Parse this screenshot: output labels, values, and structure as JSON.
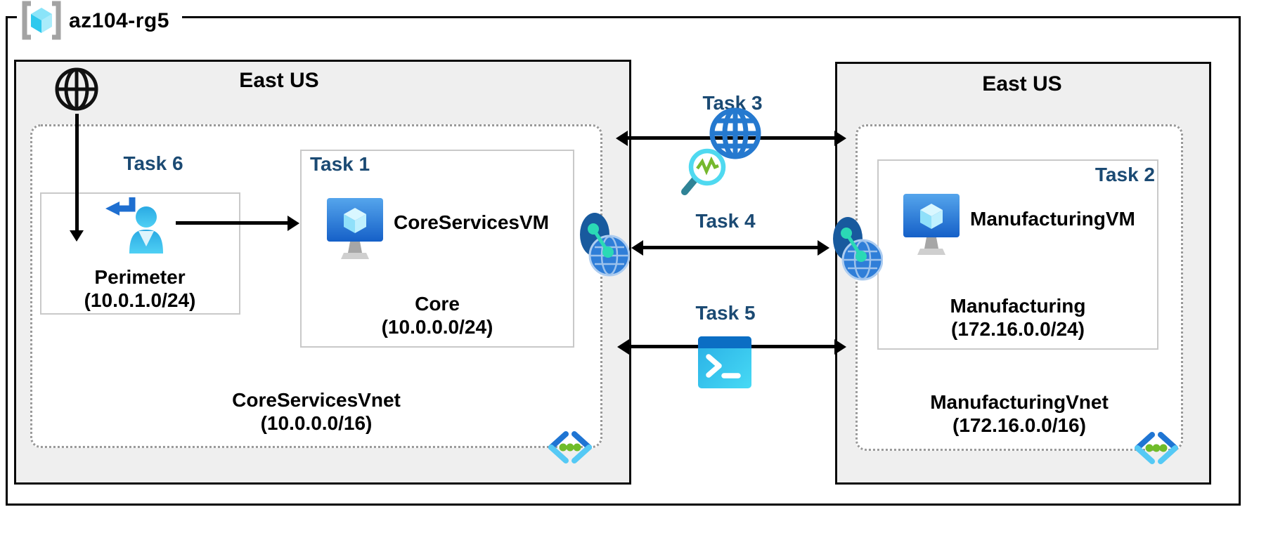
{
  "resource_group": {
    "name": "az104-rg5"
  },
  "left_region": {
    "name": "East US",
    "vnet_label": "CoreServicesVnet",
    "vnet_cidr": "(10.0.0.0/16)",
    "perimeter": {
      "task_label": "Task 6",
      "subnet_label": "Perimeter",
      "subnet_cidr": "(10.0.1.0/24)"
    },
    "core": {
      "task_label": "Task 1",
      "vm_label": "CoreServicesVM",
      "subnet_label": "Core",
      "subnet_cidr": "(10.0.0.0/24)"
    }
  },
  "right_region": {
    "name": "East US",
    "vnet_label": "ManufacturingVnet",
    "vnet_cidr": "(172.16.0.0/16)",
    "manufacturing": {
      "task_label": "Task 2",
      "vm_label": "ManufacturingVM",
      "subnet_label": "Manufacturing",
      "subnet_cidr": "(172.16.0.0/24)"
    }
  },
  "connections": {
    "task3_label": "Task 3",
    "task4_label": "Task 4",
    "task5_label": "Task 5"
  },
  "icons": {
    "resource_group": "resource-group-icon",
    "internet": "internet-globe-icon",
    "sign_in": "sign-in-user-icon",
    "virtual_machine": "virtual-machine-icon",
    "peering": "vnet-peering-icon",
    "network_watcher": "network-watcher-icon",
    "cloud_shell": "cloud-shell-icon",
    "virtual_network": "virtual-network-icon"
  },
  "colors": {
    "task_label": "#1b4a73",
    "region_fill": "#efefef",
    "outline": "#000000",
    "subnet_box_border": "#c9c9c9",
    "dotted_border": "#999999",
    "azure_blue": "#1f75d3",
    "azure_cyan": "#50d2f2",
    "green_dot": "#6fbc2a"
  }
}
